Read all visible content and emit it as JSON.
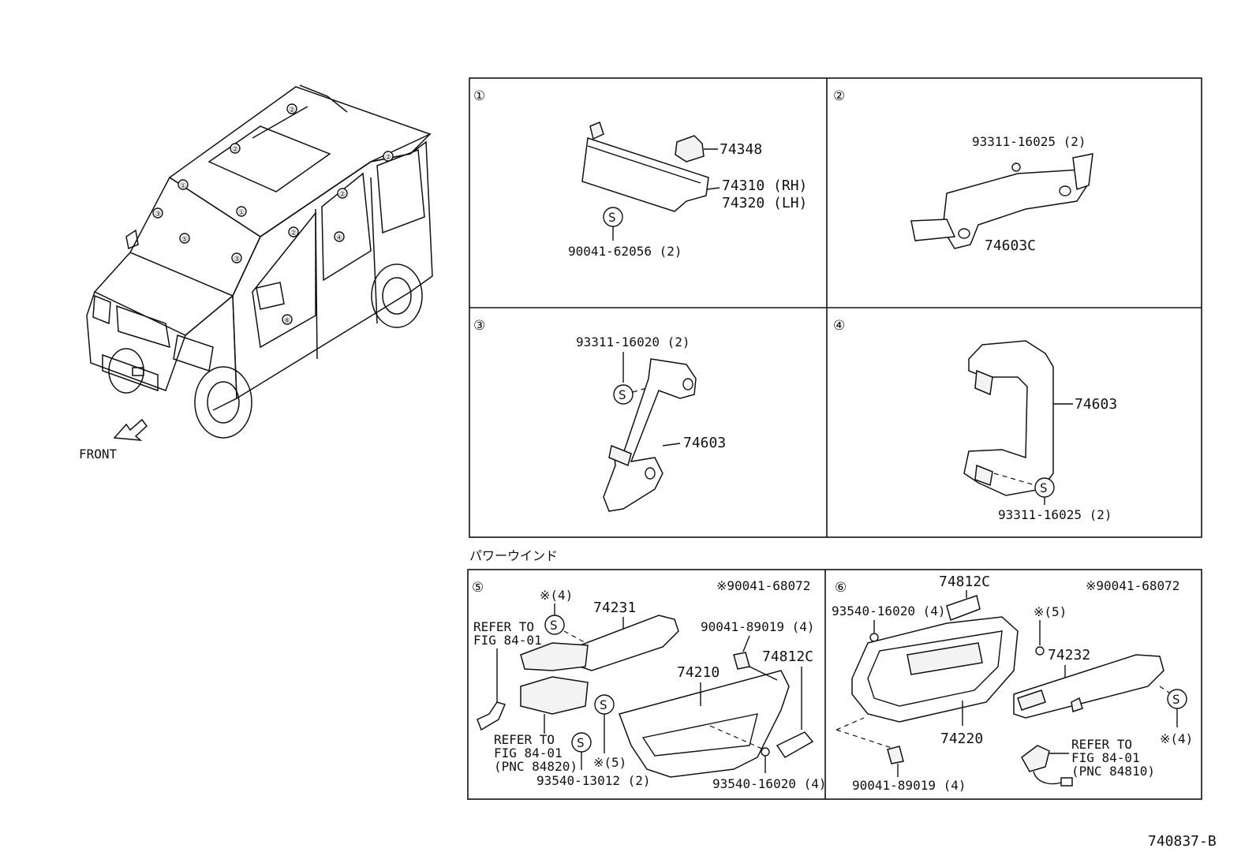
{
  "diagram_code": "740837-B",
  "vehicle": {
    "front_label": "FRONT",
    "location_markers": [
      "①",
      "②",
      "②",
      "②",
      "②",
      "①",
      "①",
      "③",
      "③",
      "④",
      "⑤",
      "⑥"
    ]
  },
  "power_window_label": "パワーウインド",
  "panel_1": {
    "number": "①",
    "labels": {
      "clip": "74348",
      "visor_rh": "74310 (RH)",
      "visor_lh": "74320 (LH)",
      "screw_symbol": "S",
      "screw": "90041-62056 (2)"
    }
  },
  "panel_2": {
    "number": "②",
    "labels": {
      "screw": "93311-16025 (2)",
      "screw_symbol": "S",
      "grip": "74603C"
    }
  },
  "panel_3": {
    "number": "③",
    "labels": {
      "screw": "93311-16020 (2)",
      "screw_symbol": "S",
      "grip": "74603"
    }
  },
  "panel_4": {
    "number": "④",
    "labels": {
      "grip": "74603",
      "screw_symbol": "S",
      "screw": "93311-16025 (2)"
    }
  },
  "panel_5": {
    "number": "⑤",
    "labels": {
      "note": "※90041-68072",
      "star_qty_4": "※(4)",
      "screw_symbol": "S",
      "armrest": "74231",
      "refer_1": [
        "REFER TO",
        "FIG 84-01"
      ],
      "refer_2": [
        "REFER TO",
        "FIG 84-01",
        "(PNC 84820)"
      ],
      "nut": "90041-89019 (4)",
      "cover": "74812C",
      "panel": "74210",
      "star_qty_5": "※(5)",
      "screw_a": "93540-13012 (2)",
      "screw_b": "93540-16020 (4)"
    }
  },
  "panel_6": {
    "number": "⑥",
    "labels": {
      "note": "※90041-68072",
      "cover": "74812C",
      "screw_a": "93540-16020 (4)",
      "star_qty_5": "※(5)",
      "armrest": "74232",
      "panel": "74220",
      "screw_symbol": "S",
      "star_qty_4": "※(4)",
      "refer": [
        "REFER TO",
        "FIG 84-01",
        "(PNC 84810)"
      ],
      "nut": "90041-89019 (4)"
    }
  }
}
